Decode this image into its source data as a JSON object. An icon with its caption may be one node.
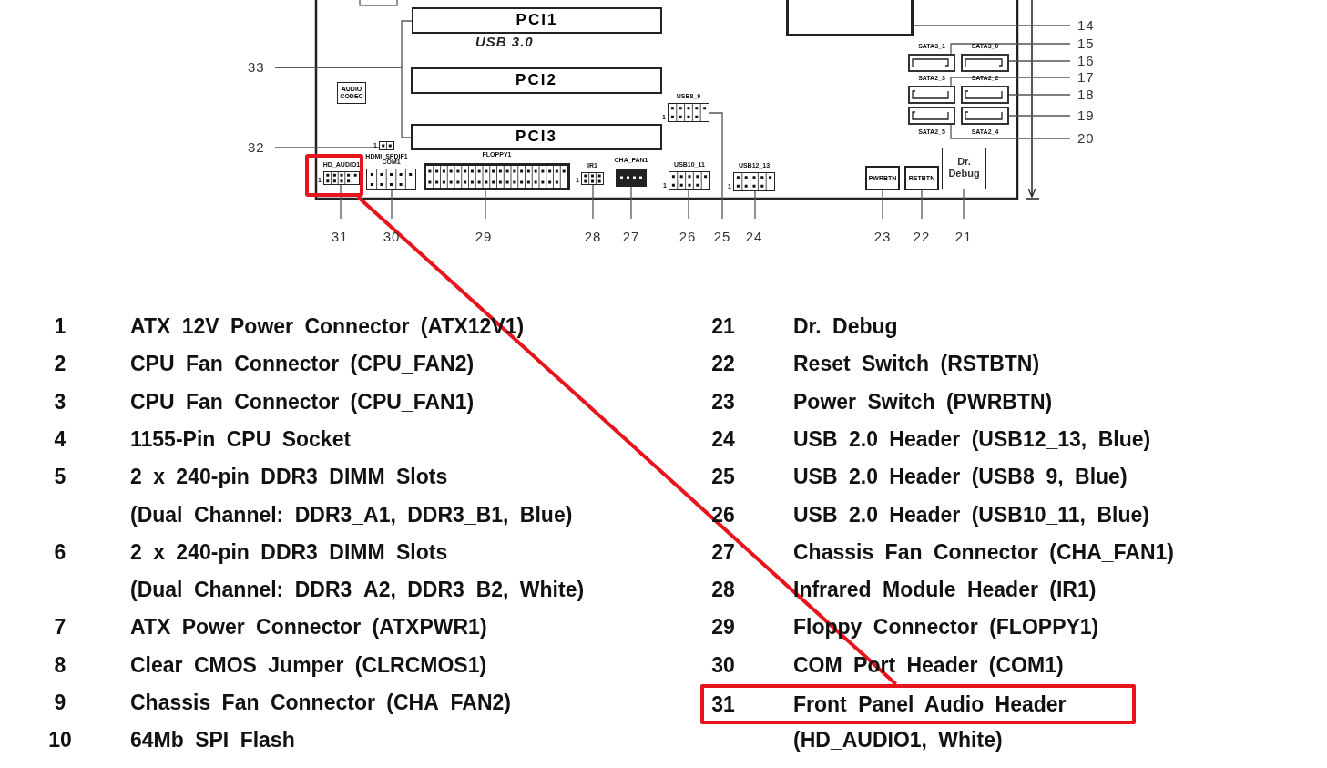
{
  "diagram": {
    "nodes": [
      {
        "text": [],
        "shape": "box"
      },
      {
        "text": [
          "PCI1"
        ]
      },
      {
        "text": [
          "33"
        ]
      },
      {
        "text": [
          "PCI2"
        ]
      },
      {
        "text": [
          "AUDIO CODEC"
        ]
      },
      {
        "text": [
          "PCI3"
        ]
      },
      {
        "text": [
          "32"
        ]
      },
      {
        "text": [
          "HDMI_SPDIF1"
        ],
        "beside": [
          "1"
        ]
      },
      {
        "text": [],
        "shape": "box"
      },
      {
        "text": [
          "HD_AUDIO1"
        ],
        "beside": [
          "1"
        ],
        "in": 8
      },
      {
        "text": [
          "COM1"
        ]
      },
      {
        "text": [
          "FLOPPY1"
        ]
      },
      {
        "text": [
          "IR1"
        ],
        "beside": [
          "1"
        ]
      },
      {
        "text": [
          "CHA_FAN1"
        ]
      },
      {
        "text": [
          "USB8_9"
        ],
        "beside": [
          "1"
        ]
      },
      {
        "text": [
          "USB10_11"
        ],
        "beside": [
          "1"
        ]
      },
      {
        "text": [
          "USB12_13"
        ],
        "beside": [
          "1"
        ]
      },
      {
        "text": [
          "PWRBTN"
        ]
      },
      {
        "text": [
          "RSTBTN"
        ]
      },
      {
        "text": [
          "Dr. Debug"
        ]
      },
      {
        "text": [
          "SATA3_1"
        ]
      },
      {
        "text": [
          "SATA3_0"
        ]
      },
      {
        "text": [
          "SATA2_3"
        ]
      },
      {
        "text": [
          "SATA2_2"
        ]
      },
      {
        "text": [
          "SATA2_5"
        ]
      },
      {
        "text": [
          "SATA2_4"
        ]
      },
      {
        "text": [
          "14"
        ]
      },
      {
        "text": [
          "15"
        ]
      },
      {
        "text": [
          "16"
        ]
      },
      {
        "text": [
          "17"
        ]
      },
      {
        "text": [
          "18"
        ]
      },
      {
        "text": [
          "19"
        ]
      },
      {
        "text": [
          "20"
        ]
      },
      {
        "text": [
          "31"
        ]
      },
      {
        "text": [
          "30"
        ]
      },
      {
        "text": [
          "29"
        ]
      },
      {
        "text": [
          "28"
        ]
      },
      {
        "text": [
          "27"
        ]
      },
      {
        "text": [
          "26"
        ]
      },
      {
        "text": [
          "25"
        ]
      },
      {
        "text": [
          "24"
        ]
      },
      {
        "text": [
          "23"
        ]
      },
      {
        "text": [
          "22"
        ]
      },
      {
        "text": [
          "21"
        ]
      },
      {
        "text": [
          "31",
          "Front Panel Audio Header"
        ]
      }
    ],
    "edges": [
      {
        "from": 2,
        "to": 1,
        "arrow": "none"
      },
      {
        "from": 2,
        "to": 5,
        "arrow": "none"
      },
      {
        "from": 6,
        "to": 7,
        "arrow": "none"
      },
      {
        "from": 33,
        "to": 9,
        "arrow": "none"
      },
      {
        "from": 34,
        "to": 10,
        "arrow": "none"
      },
      {
        "from": 35,
        "to": 11,
        "arrow": "none"
      },
      {
        "from": 36,
        "to": 12,
        "arrow": "none"
      },
      {
        "from": 37,
        "to": 13,
        "arrow": "none"
      },
      {
        "from": 38,
        "to": 15,
        "arrow": "none"
      },
      {
        "from": 39,
        "to": 14,
        "arrow": "none"
      },
      {
        "from": 40,
        "to": 16,
        "arrow": "none"
      },
      {
        "from": 41,
        "to": 17,
        "arrow": "none"
      },
      {
        "from": 42,
        "to": 18,
        "arrow": "none"
      },
      {
        "from": 43,
        "to": 19,
        "arrow": "none"
      },
      {
        "from": 26,
        "to": 0,
        "arrow": "none"
      },
      {
        "from": 27,
        "to": 20,
        "arrow": "none"
      },
      {
        "from": 28,
        "to": 21,
        "arrow": "none"
      },
      {
        "from": 29,
        "to": 22,
        "arrow": "none"
      },
      {
        "from": 30,
        "to": 23,
        "arrow": "none"
      },
      {
        "from": 31,
        "to": 25,
        "arrow": "none"
      },
      {
        "from": 32,
        "to": 24,
        "arrow": "none"
      },
      {
        "from": 8,
        "to": 44,
        "arrow": "none",
        "style": "thick",
        "color": "#e8141b"
      }
    ],
    "labels": [
      "USB 3.0",
      "1",
      "ATX 12V Power Connector (ATX12V1)",
      "21",
      "Dr. Debug",
      "2",
      "CPU Fan Connector (CPU_FAN2)",
      "22",
      "Reset Switch (RSTBTN)",
      "3",
      "CPU Fan Connector (CPU_FAN1)",
      "23",
      "Power Switch (PWRBTN)",
      "4",
      "1155-Pin CPU Socket",
      "24",
      "USB 2.0 Header (USB12_13, Blue)",
      "5",
      "2 x 240-pin DDR3 DIMM Slots",
      "25",
      "USB 2.0 Header (USB8_9, Blue)",
      "(Dual Channel: DDR3_A1, DDR3_B1, Blue)",
      "26",
      "USB 2.0 Header (USB10_11, Blue)",
      "6",
      "2 x 240-pin DDR3 DIMM Slots",
      "27",
      "Chassis Fan Connector (CHA_FAN1)",
      "(Dual Channel: DDR3_A2, DDR3_B2, White)",
      "28",
      "Infrared Module Header (IR1)",
      "7",
      "ATX Power Connector (ATXPWR1)",
      "29",
      "Floppy Connector (FLOPPY1)",
      "8",
      "Clear CMOS Jumper (CLRCMOS1)",
      "30",
      "COM Port Header (COM1)",
      "9",
      "Chassis Fan Connector (CHA_FAN2)",
      "10",
      "64Mb SPI Flash",
      "(HD_AUDIO1, White)"
    ]
  }
}
